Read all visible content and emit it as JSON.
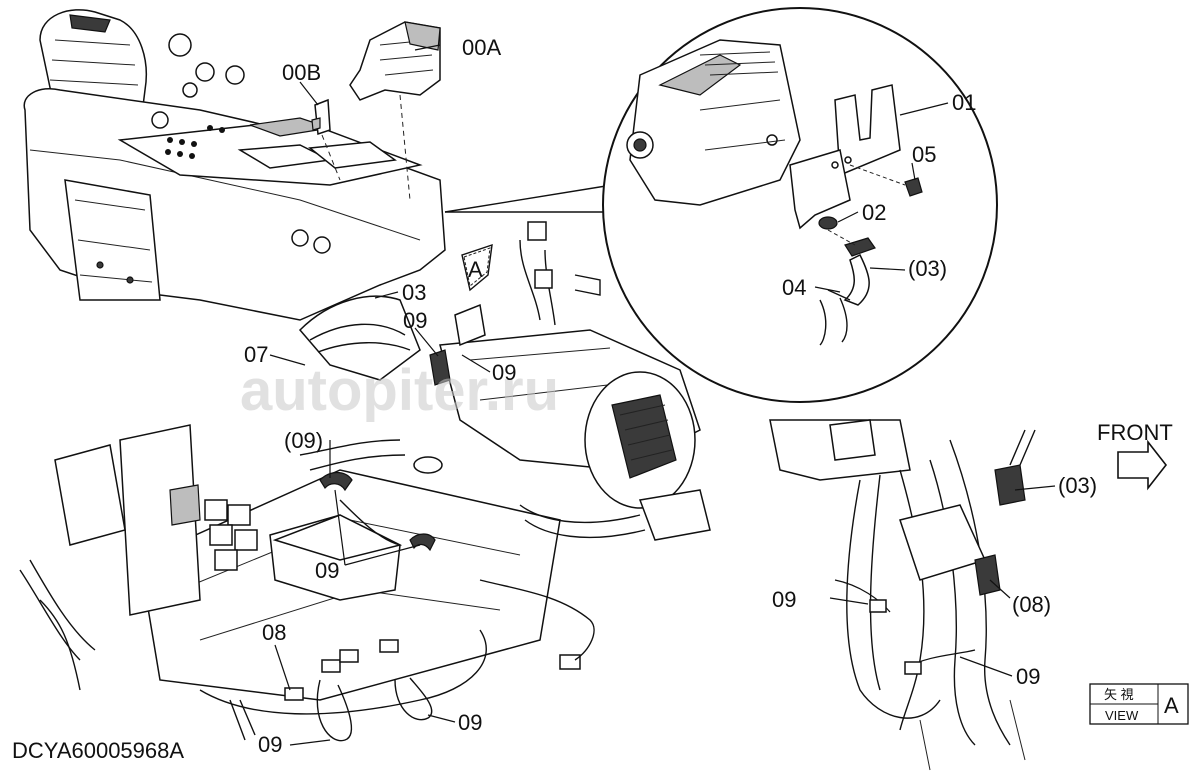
{
  "labels": {
    "part_00A": "00A",
    "part_00B": "00B",
    "part_01": "01",
    "part_02": "02",
    "part_03_paren_detail": "(03)",
    "part_03_main": "03",
    "part_04": "04",
    "part_05": "05",
    "part_07": "07",
    "part_08_main": "08",
    "part_08_paren": "(08)",
    "part_03_paren_view": "(03)",
    "part_09_a": "09",
    "part_09_b": "09",
    "part_09_c": "(09)",
    "part_09_d": "09",
    "part_09_e": "09",
    "part_09_f": "09",
    "part_09_g": "09",
    "part_09_h": "09"
  },
  "arrow_a_label": "A",
  "front_label": "FRONT",
  "view_box": {
    "kanji": "矢 視",
    "view": "VIEW",
    "letter": "A"
  },
  "drawing_id": "DCYA60005968A",
  "watermark": "autopiter.ru"
}
